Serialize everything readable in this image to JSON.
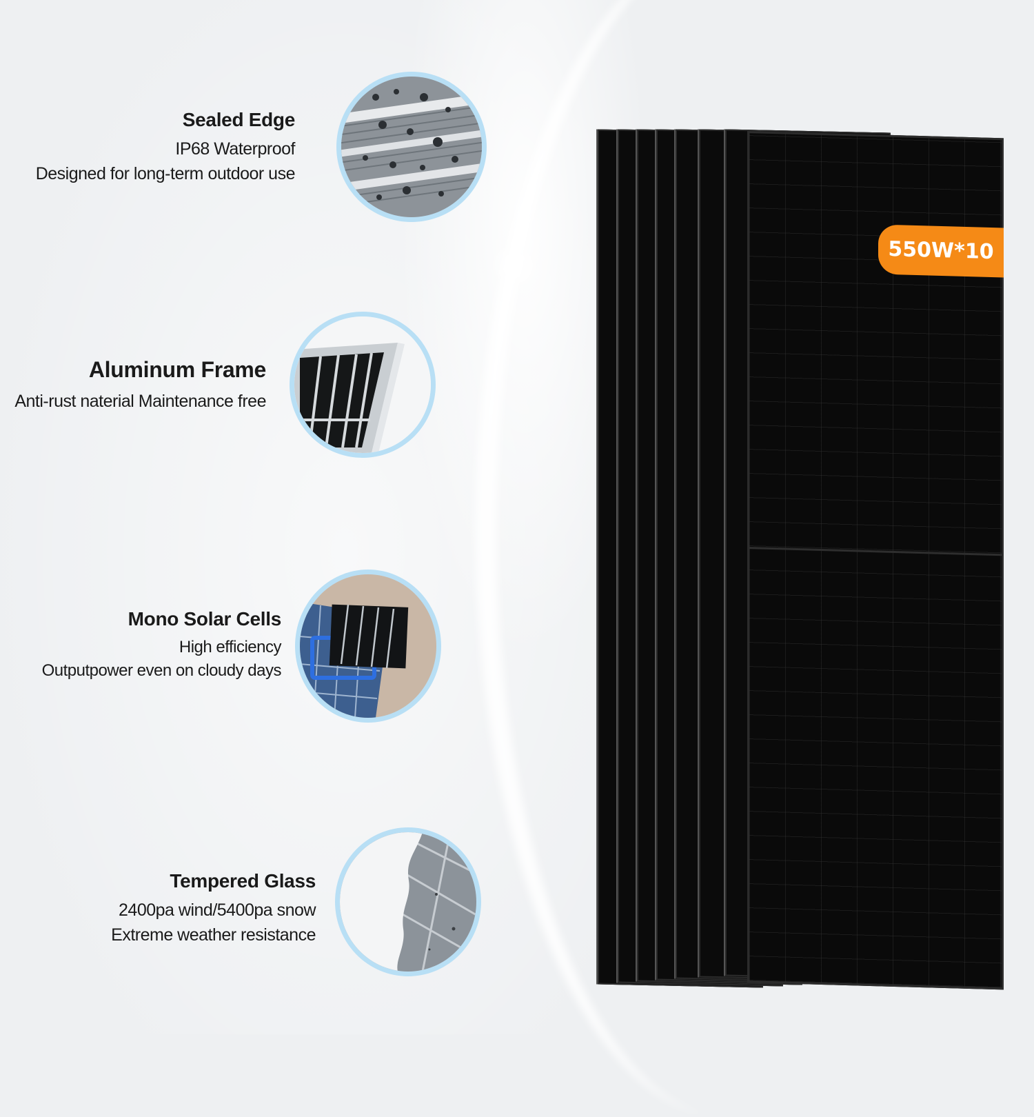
{
  "features": [
    {
      "title": "Sealed Edge",
      "lines": [
        "IP68 Waterproof",
        "Designed for long-term outdoor use"
      ],
      "icon": "water-droplets-icon"
    },
    {
      "title": "Aluminum Frame",
      "lines": [
        "Anti-rust naterial Maintenance free"
      ],
      "icon": "aluminum-frame-icon"
    },
    {
      "title": "Mono Solar Cells",
      "lines": [
        "High efficiency",
        "Outputpower even on cloudy days"
      ],
      "icon": "solar-cell-icon"
    },
    {
      "title": "Tempered Glass",
      "lines": [
        "2400pa wind/5400pa snow",
        "Extreme weather resistance"
      ],
      "icon": "snow-glass-icon"
    }
  ],
  "product": {
    "badge": "550W*10",
    "panel_count_visible": 8
  },
  "colors": {
    "badge_orange": "#f58a16",
    "circle_border": "#b8dff5",
    "panel_black": "#0b0b0b",
    "background": "#eef0f2"
  }
}
